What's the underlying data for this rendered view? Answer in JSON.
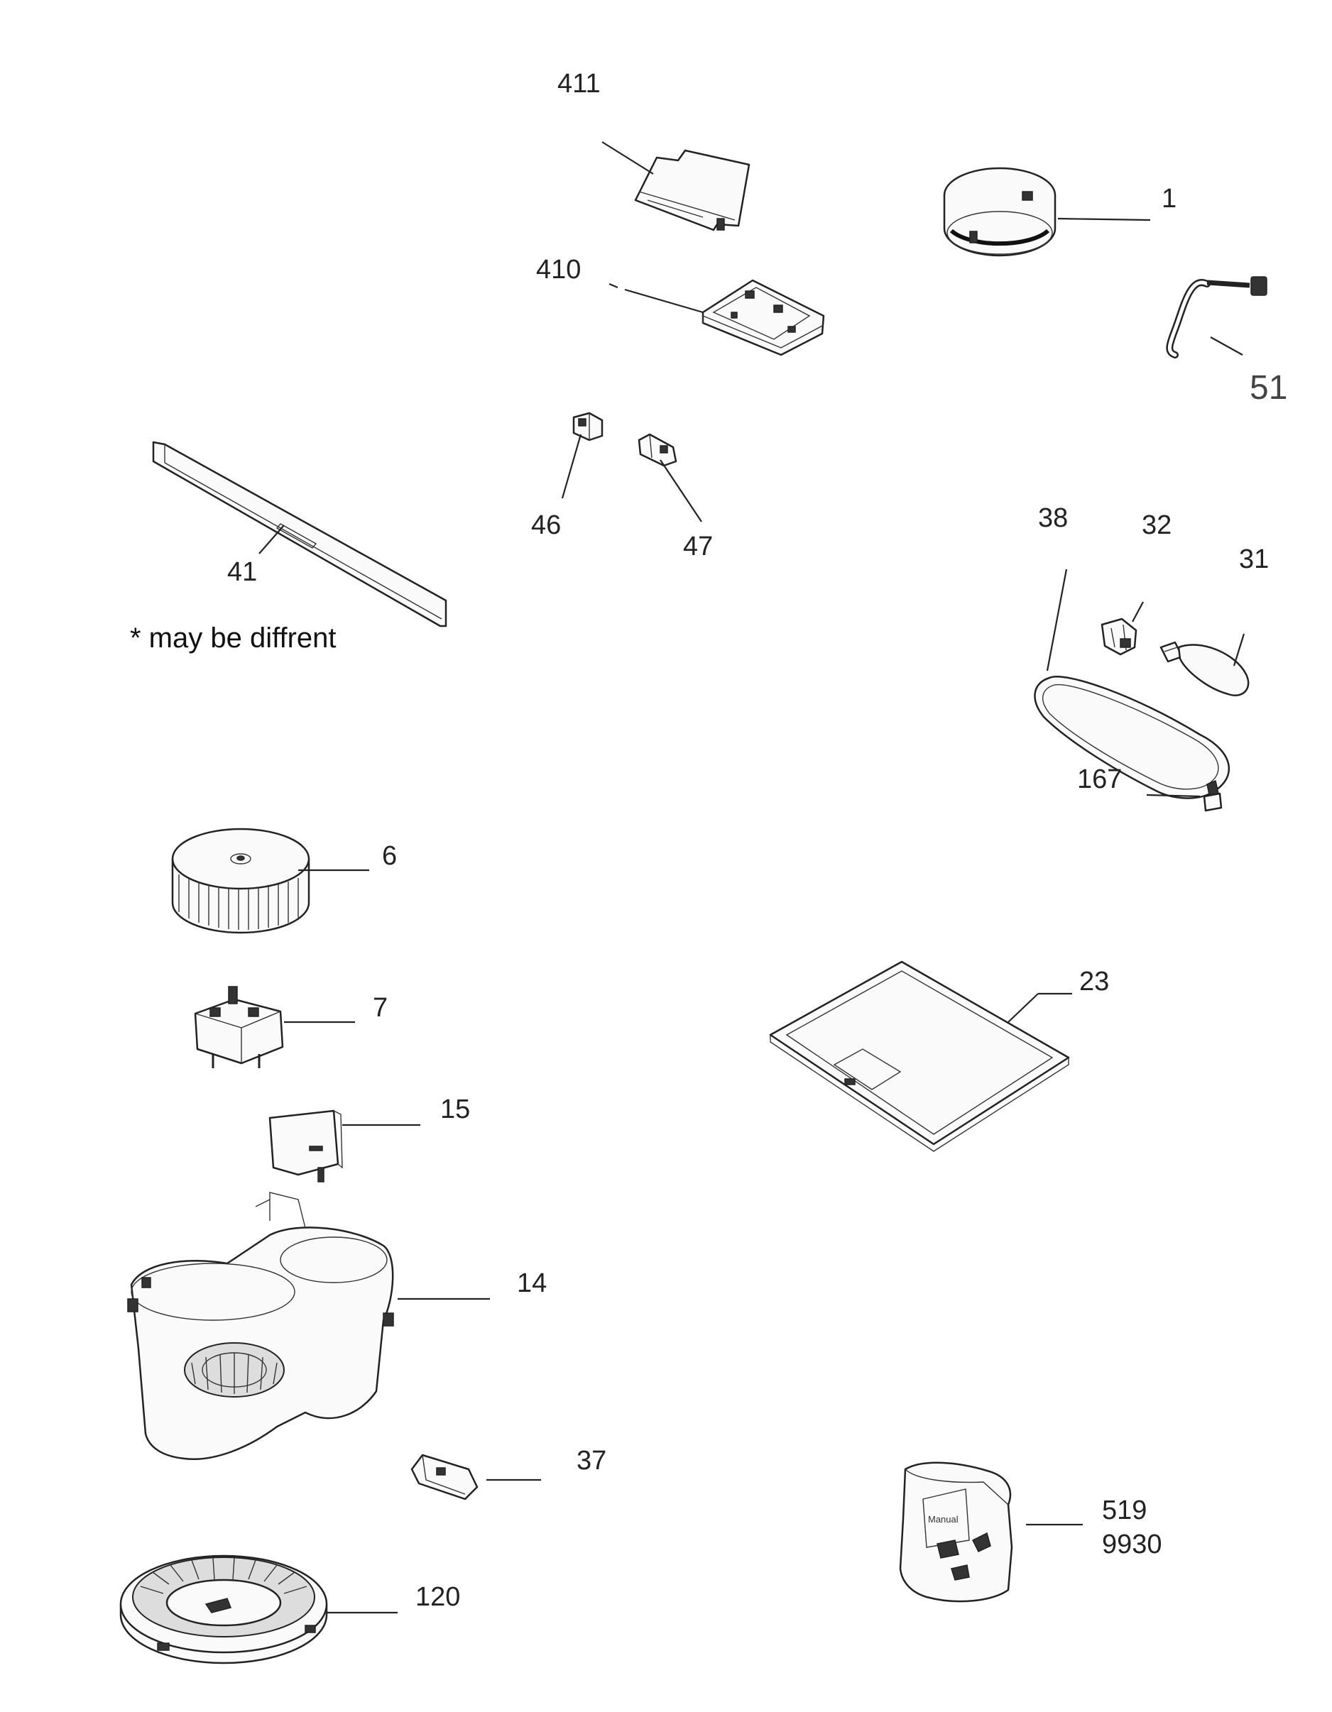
{
  "labels": {
    "p411": "411",
    "p1": "1",
    "p410": "410",
    "p51": "51",
    "p46": "46",
    "p47": "47",
    "p41": "41",
    "p38": "38",
    "p32": "32",
    "p31": "31",
    "p167": "167",
    "p6": "6",
    "p7": "7",
    "p23": "23",
    "p15": "15",
    "p14": "14",
    "p37": "37",
    "p519": "519",
    "p9930": "9930",
    "p120": "120"
  },
  "note": "* may be diffrent",
  "bag_label": "Manual",
  "colors": {
    "line": "#222222",
    "background": "#ffffff"
  }
}
